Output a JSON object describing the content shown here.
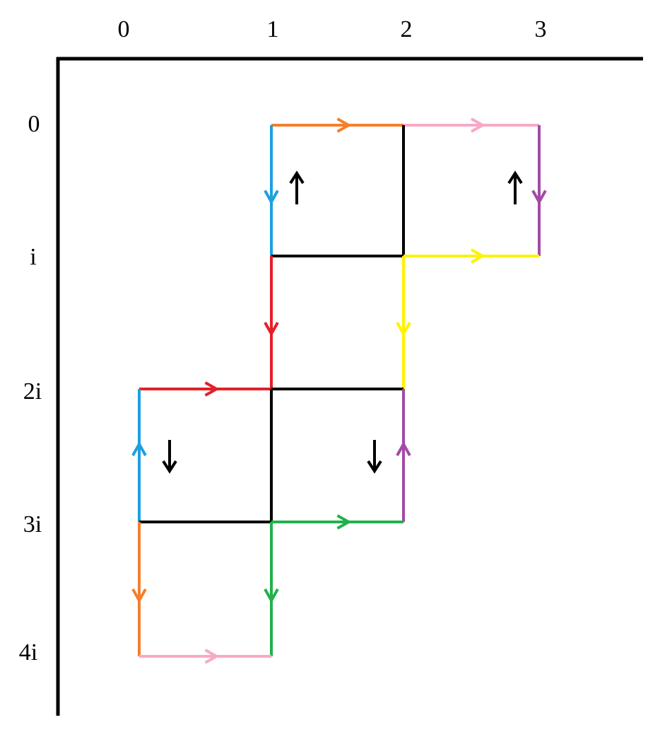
{
  "x_labels": [
    "0",
    "1",
    "2",
    "3"
  ],
  "y_labels": [
    "0",
    "i",
    "2i",
    "3i",
    "4i"
  ],
  "colors": {
    "black": "#000000",
    "orange": "#f47f2c",
    "pink": "#f9a8c8",
    "blue": "#1ca0e0",
    "purple": "#a24aa6",
    "red": "#e41f26",
    "yellow": "#fff200",
    "green": "#22b14c"
  },
  "edges": [
    {
      "from": [
        1,
        0
      ],
      "to": [
        2,
        0
      ],
      "color": "orange",
      "arrow": "forward"
    },
    {
      "from": [
        2,
        0
      ],
      "to": [
        3,
        0
      ],
      "color": "pink",
      "arrow": "forward"
    },
    {
      "from": [
        1,
        0
      ],
      "to": [
        1,
        1
      ],
      "color": "blue",
      "arrow": "forward"
    },
    {
      "from": [
        3,
        0
      ],
      "to": [
        3,
        1
      ],
      "color": "purple",
      "arrow": "forward"
    },
    {
      "from": [
        2,
        0
      ],
      "to": [
        2,
        1
      ],
      "color": "black",
      "arrow": "none"
    },
    {
      "from": [
        1,
        1
      ],
      "to": [
        2,
        1
      ],
      "color": "black",
      "arrow": "none"
    },
    {
      "from": [
        2,
        1
      ],
      "to": [
        3,
        1
      ],
      "color": "yellow",
      "arrow": "forward"
    },
    {
      "from": [
        1,
        1
      ],
      "to": [
        1,
        2
      ],
      "color": "red",
      "arrow": "forward"
    },
    {
      "from": [
        2,
        1
      ],
      "to": [
        2,
        2
      ],
      "color": "yellow",
      "arrow": "forward"
    },
    {
      "from": [
        0,
        2
      ],
      "to": [
        1,
        2
      ],
      "color": "red",
      "arrow": "forward"
    },
    {
      "from": [
        1,
        2
      ],
      "to": [
        2,
        2
      ],
      "color": "black",
      "arrow": "none"
    },
    {
      "from": [
        0,
        3
      ],
      "to": [
        0,
        2
      ],
      "color": "blue",
      "arrow": "forward"
    },
    {
      "from": [
        1,
        2
      ],
      "to": [
        1,
        3
      ],
      "color": "black",
      "arrow": "none"
    },
    {
      "from": [
        2,
        3
      ],
      "to": [
        2,
        2
      ],
      "color": "purple",
      "arrow": "forward"
    },
    {
      "from": [
        0,
        3
      ],
      "to": [
        1,
        3
      ],
      "color": "black",
      "arrow": "none"
    },
    {
      "from": [
        1,
        3
      ],
      "to": [
        2,
        3
      ],
      "color": "green",
      "arrow": "forward"
    },
    {
      "from": [
        0,
        3
      ],
      "to": [
        0,
        4
      ],
      "color": "orange",
      "arrow": "forward"
    },
    {
      "from": [
        1,
        3
      ],
      "to": [
        1,
        4
      ],
      "color": "green",
      "arrow": "forward"
    },
    {
      "from": [
        0,
        4
      ],
      "to": [
        1,
        4
      ],
      "color": "pink",
      "arrow": "forward"
    }
  ],
  "cell_arrows": [
    {
      "cell": [
        1,
        0
      ],
      "direction": "up"
    },
    {
      "cell": [
        2,
        0
      ],
      "direction": "up"
    },
    {
      "cell": [
        0,
        2
      ],
      "direction": "down"
    },
    {
      "cell": [
        1,
        2
      ],
      "direction": "down"
    }
  ]
}
